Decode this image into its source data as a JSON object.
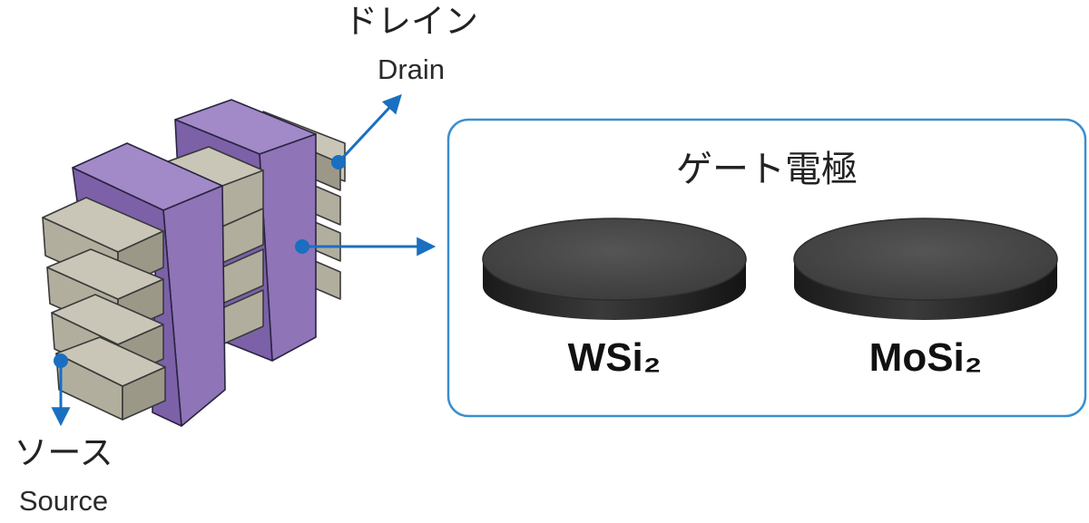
{
  "labels": {
    "drain_jp": "ドレイン",
    "drain_en": "Drain",
    "source_jp": "ソース",
    "source_en": "Source",
    "gate_title": "ゲート電極",
    "disc_left": "WSi₂",
    "disc_right": "MoSi₂"
  },
  "colors": {
    "accent_blue": "#1a6fc0",
    "panel_border": "#3a8fcf",
    "gate_purple": "#8f74b8",
    "gate_purple_light": "#a18ac7",
    "gate_purple_dark": "#7c61a8",
    "fin_gray": "#b2ae9e",
    "fin_gray_top": "#c9c6b8",
    "fin_gray_dark": "#9b9888",
    "disc_top": "#4a4a4a",
    "disc_side": "#262626"
  }
}
